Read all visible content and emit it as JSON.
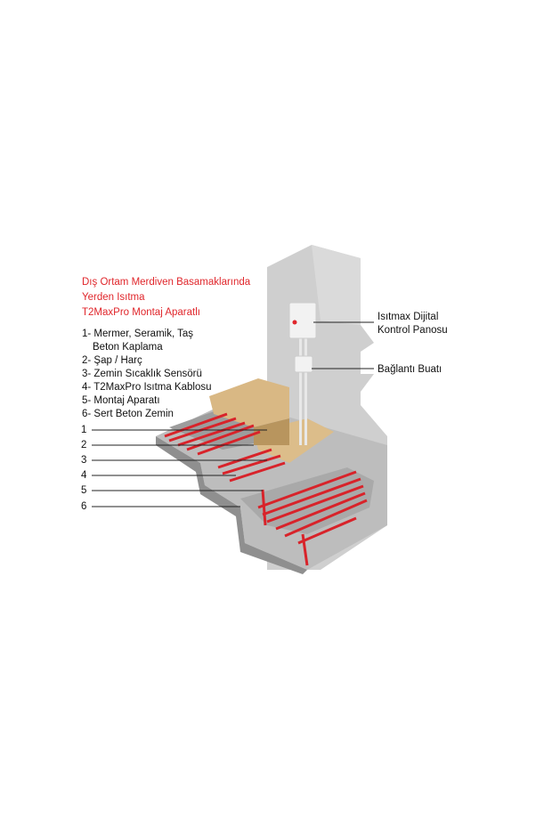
{
  "title_lines": [
    "Dış Ortam Merdiven Basamaklarında",
    "Yerden Isıtma",
    "T2MaxPro Montaj Aparatlı"
  ],
  "legend": [
    "1- Mermer, Seramik, Taş",
    "Beton Kaplama",
    "2- Şap / Harç",
    "3- Zemin Sıcaklık Sensörü",
    "4- T2MaxPro Isıtma Kablosu",
    "5- Montaj Aparatı",
    "6- Sert Beton Zemin"
  ],
  "callout_numbers": [
    "1",
    "2",
    "3",
    "4",
    "5",
    "6"
  ],
  "right_labels": {
    "control_panel": [
      "Isıtmax Dijital",
      "Kontrol Panosu"
    ],
    "junction_box": "Bağlantı Buatı"
  },
  "colors": {
    "accent": "#e0262b",
    "cable": "#d8232a",
    "concrete": "#c9c9c9",
    "wood": "#d9b884"
  }
}
